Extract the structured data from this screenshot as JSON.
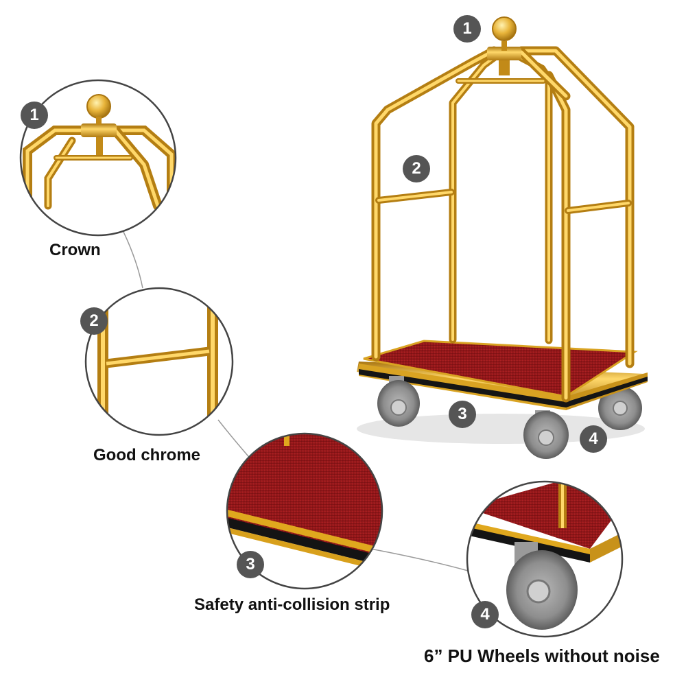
{
  "callouts": [
    {
      "number": "1",
      "label": "Crown"
    },
    {
      "number": "2",
      "label": "Good chrome"
    },
    {
      "number": "3",
      "label": "Safety anti-collision strip"
    },
    {
      "number": "4",
      "label": "6” PU Wheels without noise"
    }
  ],
  "colors": {
    "gold": "#e0a81e",
    "gold_light": "#ffd86a",
    "gold_dark": "#a87410",
    "carpet": "#9a1a1c",
    "carpet_dark": "#6e0e10",
    "strip": "#1a1a1a",
    "wheel": "#8e8e8e",
    "badge": "#555555",
    "connector": "#9a9a9a"
  }
}
